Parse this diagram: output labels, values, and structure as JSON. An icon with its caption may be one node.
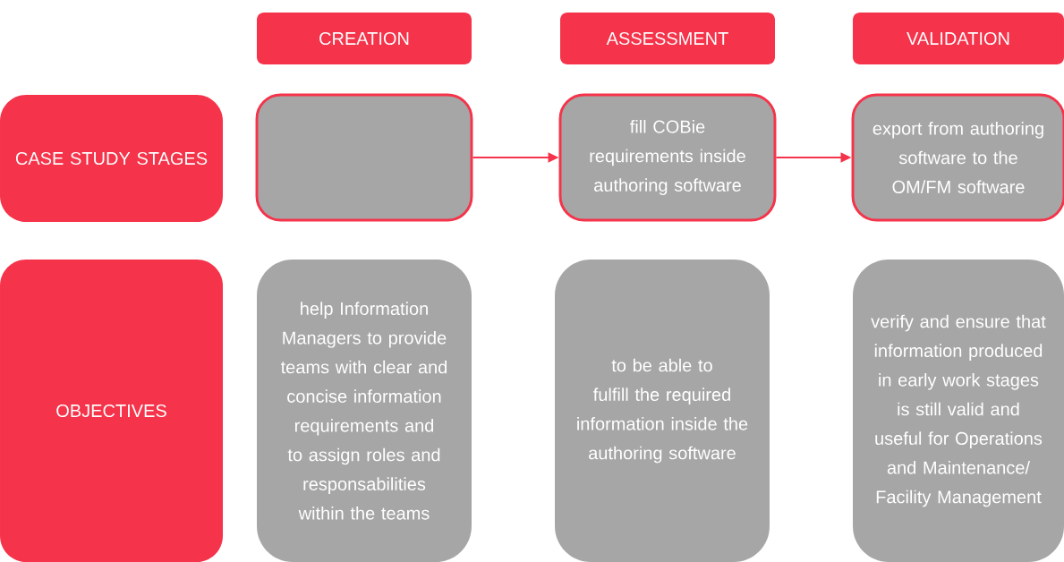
{
  "diagram": {
    "nodes": [
      {
        "text": [
          "CREATION"
        ]
      },
      {
        "text": [
          "ASSESSMENT"
        ]
      },
      {
        "text": [
          "VALIDATION"
        ]
      },
      {
        "text": [
          "CASE STUDY STAGES"
        ]
      },
      {
        "text": [],
        "shape": "box"
      },
      {
        "text": [
          "fill COBie requirements inside authoring software"
        ]
      },
      {
        "text": [
          "export from authoring software to the OM/FM software"
        ]
      },
      {
        "text": [
          "OBJECTIVES"
        ]
      },
      {
        "text": [
          "help Information Managers to provide teams with clear and concise information requirements and to assign roles and responsabilities within the teams"
        ]
      },
      {
        "text": [
          "to be able to fulfill the required information inside the authoring software"
        ]
      },
      {
        "text": [
          "verify and ensure that information produced in early work stages is still valid and useful for Operations and Maintenance/ Facility Management"
        ]
      }
    ],
    "edges": [
      {
        "from": 4,
        "to": 5,
        "arrow": "to"
      },
      {
        "from": 5,
        "to": 6,
        "arrow": "to"
      }
    ]
  }
}
